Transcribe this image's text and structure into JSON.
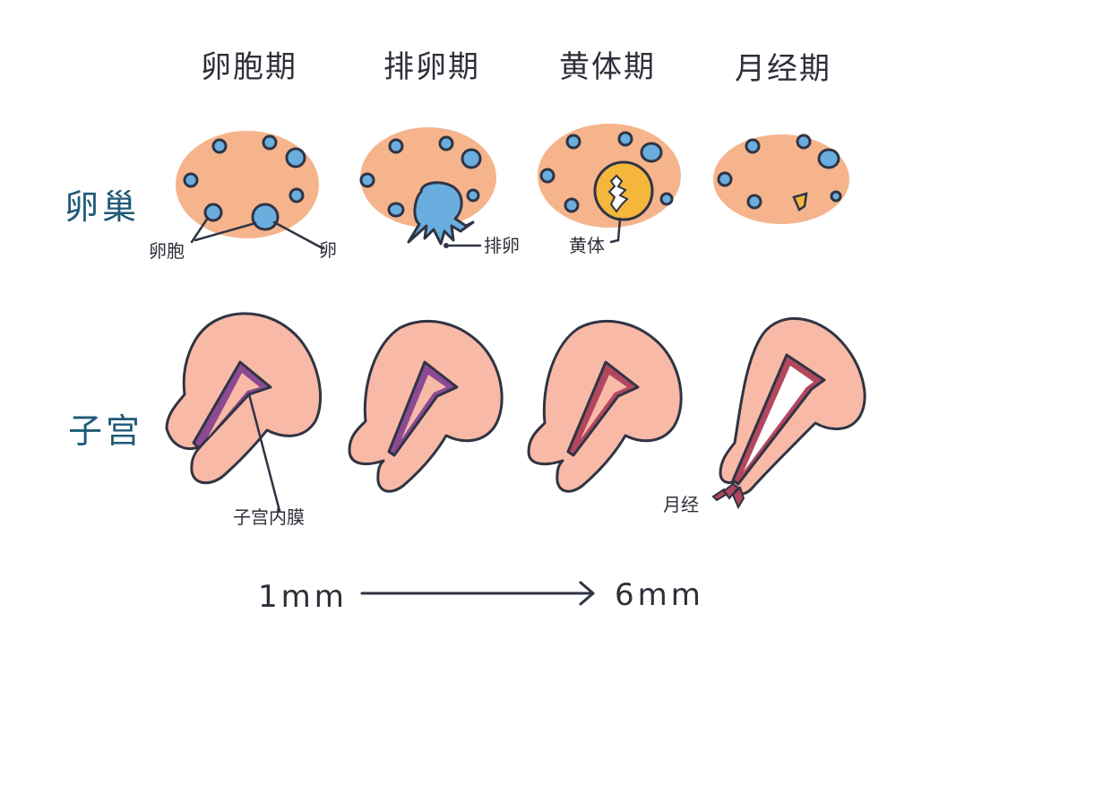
{
  "phases": [
    {
      "title": "卵胞期"
    },
    {
      "title": "排卵期"
    },
    {
      "title": "黄体期"
    },
    {
      "title": "月经期"
    }
  ],
  "rows": {
    "ovary_label": "卵巢",
    "uterus_label": "子宫"
  },
  "callouts": {
    "follicle": "卵胞",
    "egg": "卵",
    "ovulation": "排卵",
    "corpus_luteum": "黄体",
    "endometrium": "子宫内膜",
    "menstruation": "月经"
  },
  "scale": {
    "start": "1mm",
    "end": "6mm"
  },
  "colors": {
    "ovary_fill": "#f5b48c",
    "follicle_blue": "#6aaedf",
    "corpus_yellow": "#f4b63b",
    "uterus_fill": "#f8b9a6",
    "endometrium_purple": "#8c4a92",
    "endometrium_red": "#b3475e",
    "row_label_teal": "#1f5a78",
    "ink": "#2f3444"
  }
}
